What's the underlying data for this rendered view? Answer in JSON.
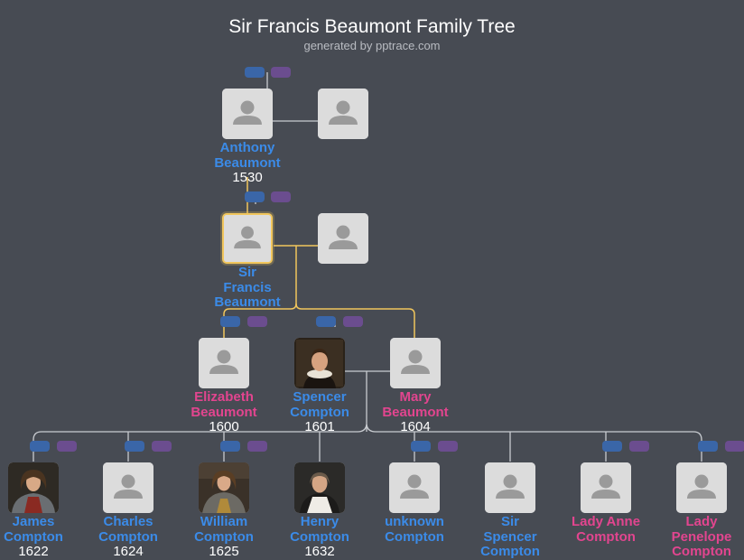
{
  "header": {
    "title": "Sir Francis Beaumont Family Tree",
    "subtitle": "generated by pptrace.com"
  },
  "colors": {
    "background": "#474b53",
    "male": "#3b8be8",
    "female": "#e2458f",
    "highlight_line": "#f1c65c",
    "line": "#c9ccd1"
  },
  "people": {
    "anthony": {
      "name": [
        "Anthony",
        "Beaumont"
      ],
      "year": "1530",
      "gender": "male",
      "photo": "placeholder"
    },
    "anthony_spouse": {
      "name": [],
      "year": "",
      "gender": "female",
      "photo": "placeholder"
    },
    "francis": {
      "name": [
        "Sir",
        "Francis",
        "Beaumont"
      ],
      "year": "",
      "gender": "male",
      "photo": "placeholder",
      "selected": true
    },
    "francis_spouse": {
      "name": [],
      "year": "",
      "gender": "female",
      "photo": "placeholder"
    },
    "elizabeth": {
      "name": [
        "Elizabeth",
        "Beaumont"
      ],
      "year": "1600",
      "gender": "female",
      "photo": "placeholder"
    },
    "spencer": {
      "name": [
        "Spencer",
        "Compton"
      ],
      "year": "1601",
      "gender": "male",
      "photo": "portrait-ruff"
    },
    "mary": {
      "name": [
        "Mary",
        "Beaumont"
      ],
      "year": "1604",
      "gender": "female",
      "photo": "placeholder"
    },
    "james": {
      "name": [
        "James",
        "Compton"
      ],
      "year": "1622",
      "gender": "male",
      "photo": "portrait-armor-red"
    },
    "charles": {
      "name": [
        "Charles",
        "Compton"
      ],
      "year": "1624",
      "gender": "male",
      "photo": "placeholder"
    },
    "william": {
      "name": [
        "William",
        "Compton"
      ],
      "year": "1625",
      "gender": "male",
      "photo": "portrait-armor-gold"
    },
    "henry": {
      "name": [
        "Henry",
        "Compton"
      ],
      "year": "1632",
      "gender": "male",
      "photo": "portrait-cleric"
    },
    "unknown": {
      "name": [
        "unknown",
        "Compton"
      ],
      "year": "",
      "gender": "male",
      "photo": "placeholder"
    },
    "sir_spencer": {
      "name": [
        "Sir",
        "Spencer",
        "Compton"
      ],
      "year": "",
      "gender": "male",
      "photo": "placeholder"
    },
    "lady_anne": {
      "name": [
        "Lady Anne",
        "Compton"
      ],
      "year": "",
      "gender": "female",
      "photo": "placeholder"
    },
    "lady_penelope": {
      "name": [
        "Lady",
        "Penelope",
        "Compton"
      ],
      "year": "",
      "gender": "female",
      "photo": "placeholder"
    }
  }
}
